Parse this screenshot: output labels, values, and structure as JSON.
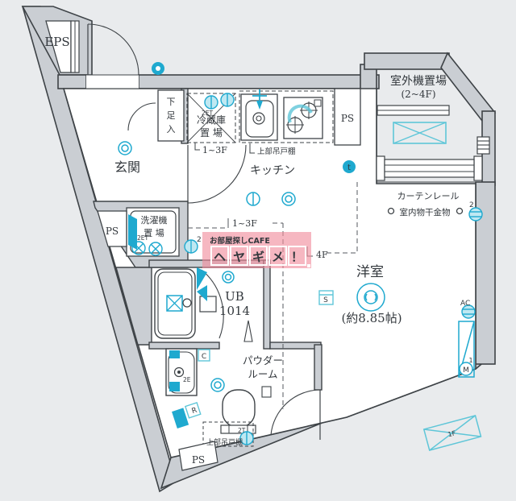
{
  "colors": {
    "background": "#e9ebed",
    "wall_fill": "#caced3",
    "line": "#3e4347",
    "room_fill": "#ffffff",
    "fixture_cyan": "#1fa9cf",
    "cyan_light": "#bfe8f2",
    "watermark_pink": "#f08b9b",
    "dashed": "#555a5f"
  },
  "labels": {
    "eps": "EPS",
    "ps_top": "PS",
    "ps_left": "PS",
    "ps_bottom": "PS",
    "genkan": "玄関",
    "shoe_chars": [
      "下",
      "足",
      "入"
    ],
    "fridge_line1": "冷蔵庫",
    "fridge_line2": "置 場",
    "fridge_floors": "1~3F",
    "cupboard_top": "上部吊戸棚",
    "cupboard_bottom": "上部吊戸棚",
    "kitchen": "キッチン",
    "outdoor_line1": "室外機置場",
    "outdoor_line2": "(2~4F)",
    "curtain_rail": "カーテンレール",
    "laundry_hook": "室内物干金物",
    "room": "洋室",
    "room_size": "(約8.85帖)",
    "ub_line1": "UB",
    "ub_line2": "1014",
    "powder_line1": "パウダー",
    "powder_line2": "ルーム",
    "washer_line1": "洗濯機",
    "washer_line2": "置 場",
    "floors_1_3f": "1~3F",
    "floor_4f": "4F"
  },
  "icon_text": {
    "t": "t",
    "c": "C",
    "r": "R",
    "s": "S",
    "m": "M",
    "m_num": "1",
    "ac": "AC",
    "outlet2_a": "2",
    "outlet2_b": "2",
    "et_fridge": "2ET",
    "et_washer": "2ET",
    "e2_vanity": "2E",
    "t2_toilet": "2T",
    "f1_outdoor": "1F"
  },
  "watermark": {
    "line1": "お部屋探しCAFE",
    "chars": [
      "ヘ",
      "ヤ",
      "ギ",
      "メ",
      "！"
    ]
  }
}
